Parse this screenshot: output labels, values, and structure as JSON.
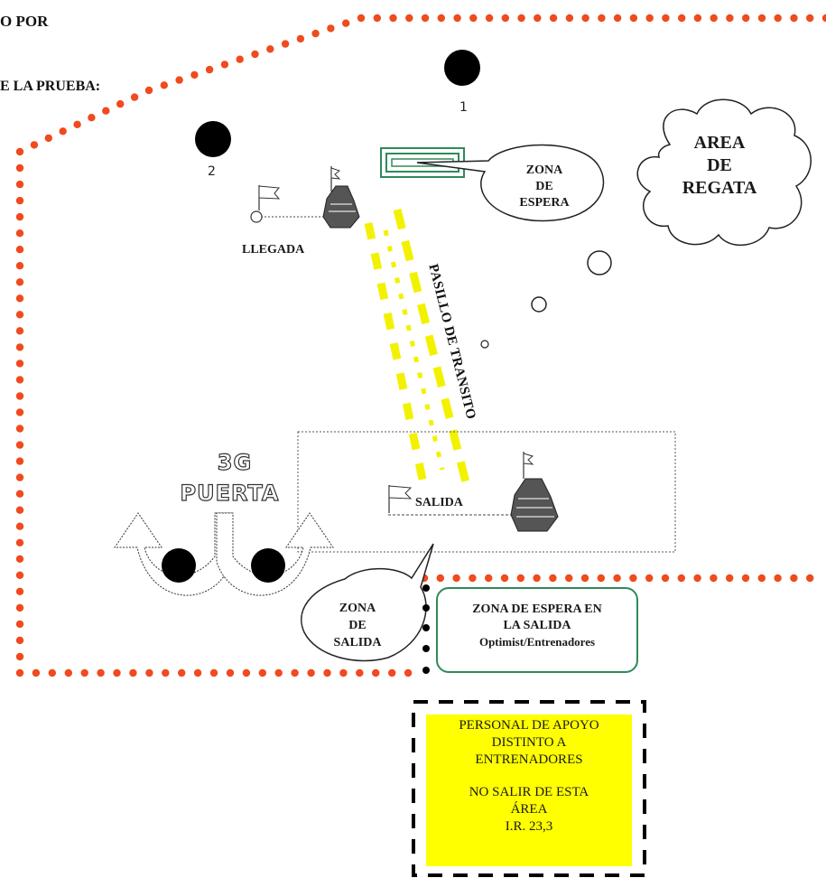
{
  "header": {
    "line1": "O POR",
    "line2": "E LA PRUEBA:"
  },
  "marks": {
    "mark1": "1",
    "mark2": "2"
  },
  "labels": {
    "area_regata": [
      "AREA",
      "DE",
      "REGATA"
    ],
    "zona_espera": [
      "ZONA",
      "DE",
      "ESPERA"
    ],
    "llegada": "LLEGADA",
    "pasillo": "PASILLO DE TRANSITO",
    "salida": "SALIDA",
    "puerta_3g": "3G",
    "puerta": "PUERTA",
    "zona_salida": [
      "ZONA",
      "DE",
      "SALIDA"
    ],
    "zona_espera_salida": [
      "ZONA DE ESPERA EN",
      "LA SALIDA",
      "Optimist/Entrenadores"
    ],
    "personal_apoyo": [
      "PERSONAL DE APOYO",
      "DISTINTO A",
      "ENTRENADORES",
      "",
      "NO SALIR DE ESTA",
      "ÁREA",
      "I.R. 23,3"
    ]
  },
  "colors": {
    "boundary_dots": "#f04a1e",
    "transit_lane": "#f2f200",
    "waiting_zone": "#2e8b57",
    "support_area": "#ffff00"
  }
}
